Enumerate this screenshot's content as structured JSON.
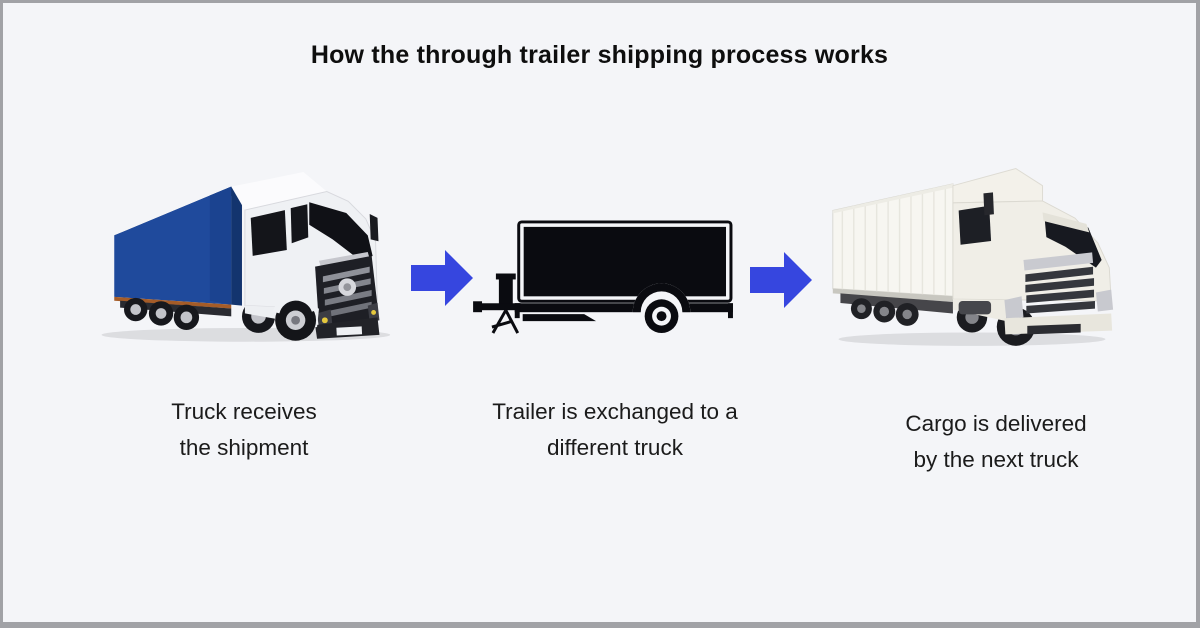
{
  "title": "How the through trailer shipping process works",
  "steps": [
    {
      "image_alt": "Semi truck with white cab and blue trailer",
      "caption_lines": [
        "Truck receives",
        "the shipment"
      ]
    },
    {
      "image_alt": "Black silhouette of a cargo box trailer",
      "caption_lines": [
        "Trailer is exchanged to a",
        "different truck"
      ]
    },
    {
      "image_alt": "White semi truck with white box trailer",
      "caption_lines": [
        "Cargo is delivered",
        "by the next truck"
      ]
    }
  ],
  "colors": {
    "background": "#f4f5f8",
    "frame_border": "#a1a2a6",
    "arrow_blue": "#3646df",
    "title_text": "#0e0e0e",
    "caption_text": "#1b1b1b",
    "trailer_blue": "#1f4a9c",
    "silhouette_black": "#0a0b10"
  }
}
